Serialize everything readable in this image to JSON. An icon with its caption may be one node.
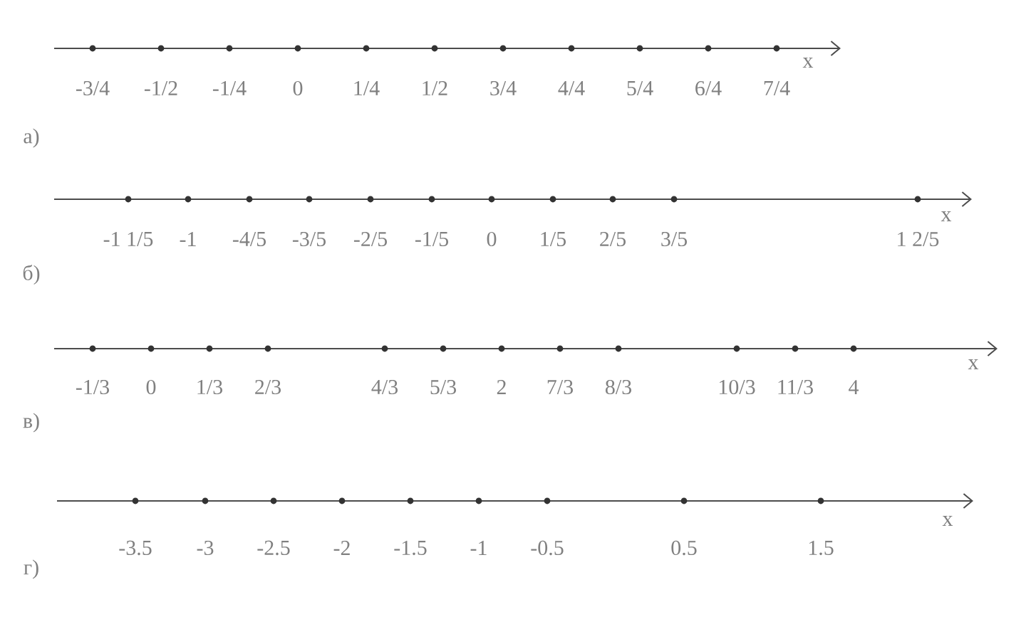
{
  "diagram": {
    "labels": [
      "-3/4",
      "-1/2",
      "-1/4",
      "0",
      "1/4",
      "1/2",
      "3/4",
      "4/4",
      "5/4",
      "6/4",
      "7/4",
      "x",
      "а)",
      "-1 1/5",
      "-1",
      "-4/5",
      "-3/5",
      "-2/5",
      "-1/5",
      "0",
      "1/5",
      "2/5",
      "3/5",
      "1 2/5",
      "x",
      "б)",
      "-1/3",
      "0",
      "1/3",
      "2/3",
      "4/3",
      "5/3",
      "2",
      "7/3",
      "8/3",
      "10/3",
      "11/3",
      "4",
      "x",
      "в)",
      "-3.5",
      "-3",
      "-2.5",
      "-2",
      "-1.5",
      "-1",
      "-0.5",
      "0.5",
      "1.5",
      "x",
      "г)"
    ]
  }
}
